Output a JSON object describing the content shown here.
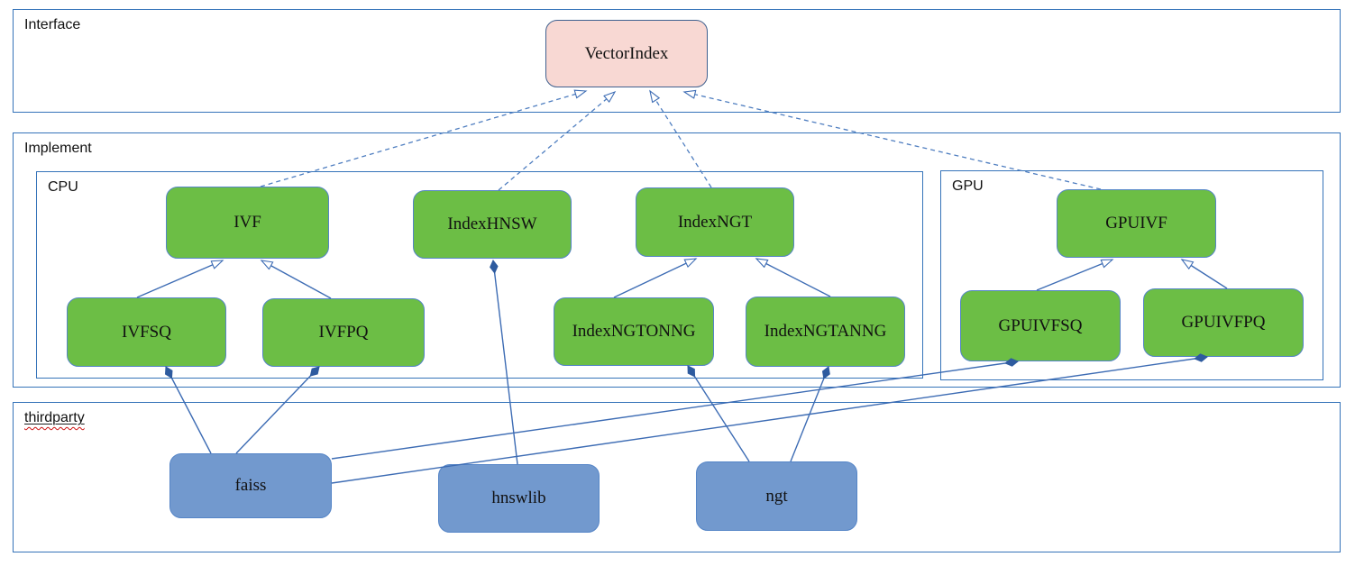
{
  "diagram": {
    "containers": {
      "interface": {
        "label": "Interface"
      },
      "implement": {
        "label": "Implement"
      },
      "cpu": {
        "label": "CPU"
      },
      "gpu": {
        "label": "GPU"
      },
      "thirdparty": {
        "label": "thirdparty"
      }
    },
    "nodes": {
      "vectorindex": {
        "label": "VectorIndex",
        "kind": "interface"
      },
      "ivf": {
        "label": "IVF",
        "kind": "implementation-cpu"
      },
      "indexhnsw": {
        "label": "IndexHNSW",
        "kind": "implementation-cpu"
      },
      "indexngt": {
        "label": "IndexNGT",
        "kind": "implementation-cpu"
      },
      "ivfsq": {
        "label": "IVFSQ",
        "kind": "implementation-cpu"
      },
      "ivfpq": {
        "label": "IVFPQ",
        "kind": "implementation-cpu"
      },
      "indexngtonng": {
        "label": "IndexNGTONNG",
        "kind": "implementation-cpu"
      },
      "indexngtanng": {
        "label": "IndexNGTANNG",
        "kind": "implementation-cpu"
      },
      "gpuivf": {
        "label": "GPUIVF",
        "kind": "implementation-gpu"
      },
      "gpuivfsq": {
        "label": "GPUIVFSQ",
        "kind": "implementation-gpu"
      },
      "gpuivfpq": {
        "label": "GPUIVFPQ",
        "kind": "implementation-gpu"
      },
      "faiss": {
        "label": "faiss",
        "kind": "thirdparty"
      },
      "hnswlib": {
        "label": "hnswlib",
        "kind": "thirdparty"
      },
      "ngt": {
        "label": "ngt",
        "kind": "thirdparty"
      }
    },
    "edges": [
      {
        "from": "IVF",
        "to": "VectorIndex",
        "type": "realization"
      },
      {
        "from": "IndexHNSW",
        "to": "VectorIndex",
        "type": "realization"
      },
      {
        "from": "IndexNGT",
        "to": "VectorIndex",
        "type": "realization"
      },
      {
        "from": "GPUIVF",
        "to": "VectorIndex",
        "type": "realization"
      },
      {
        "from": "IVFSQ",
        "to": "IVF",
        "type": "generalization"
      },
      {
        "from": "IVFPQ",
        "to": "IVF",
        "type": "generalization"
      },
      {
        "from": "IndexNGTONNG",
        "to": "IndexNGT",
        "type": "generalization"
      },
      {
        "from": "IndexNGTANNG",
        "to": "IndexNGT",
        "type": "generalization"
      },
      {
        "from": "GPUIVFSQ",
        "to": "GPUIVF",
        "type": "generalization"
      },
      {
        "from": "GPUIVFPQ",
        "to": "GPUIVF",
        "type": "generalization"
      },
      {
        "from": "faiss",
        "to": "IVFSQ",
        "type": "composition"
      },
      {
        "from": "faiss",
        "to": "IVFPQ",
        "type": "composition"
      },
      {
        "from": "faiss",
        "to": "GPUIVFSQ",
        "type": "composition"
      },
      {
        "from": "faiss",
        "to": "GPUIVFPQ",
        "type": "composition"
      },
      {
        "from": "hnswlib",
        "to": "IndexHNSW",
        "type": "composition"
      },
      {
        "from": "ngt",
        "to": "IndexNGTONNG",
        "type": "composition"
      },
      {
        "from": "ngt",
        "to": "IndexNGTANNG",
        "type": "composition"
      }
    ],
    "colors": {
      "interface_fill": "#f8d8d3",
      "interface_border": "#40618f",
      "implementation_fill": "#6cbe45",
      "implementation_border": "#5585c7",
      "thirdparty_fill": "#7299ce",
      "thirdparty_border": "#5585c7",
      "container_border": "#3573b9",
      "connector": "#3d6cb4",
      "composition_diamond": "#2e5b9f",
      "spellcheck_underline": "#cc1111"
    }
  }
}
